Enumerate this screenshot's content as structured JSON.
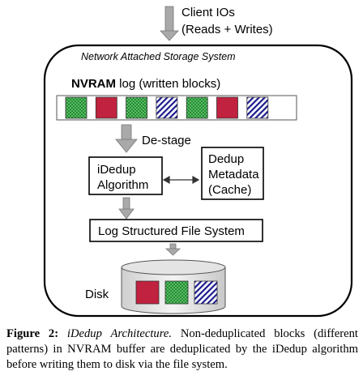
{
  "client": {
    "line1": "Client IOs",
    "line2": "(Reads + Writes)"
  },
  "system": {
    "title": "Network Attached Storage System"
  },
  "nvram": {
    "bold_label": "NVRAM",
    "label_rest": " log (written blocks)",
    "blocks": [
      "green",
      "red",
      "green",
      "blue",
      "green",
      "red",
      "blue"
    ]
  },
  "destage": {
    "label": "De-stage"
  },
  "idedup": {
    "line1": "iDedup",
    "line2": "Algorithm"
  },
  "metadata": {
    "line1": "Dedup",
    "line2": "Metadata",
    "line3": "(Cache)"
  },
  "lfs": {
    "label": "Log Structured File System"
  },
  "disk": {
    "label": "Disk",
    "blocks": [
      "red",
      "green",
      "blue"
    ]
  },
  "caption": {
    "label": "Figure 2:",
    "title": "iDedup Architecture.",
    "text": "Non-deduplicated blocks (different patterns) in NVRAM buffer are deduplicated by the iDedup algorithm before writing them to disk via the file system."
  },
  "colors": {
    "green_pattern": "#1f8f2f",
    "red_block": "#c0223f",
    "blue_pattern": "#1c1c8e",
    "arrow_gray": "#a9a9a9"
  }
}
